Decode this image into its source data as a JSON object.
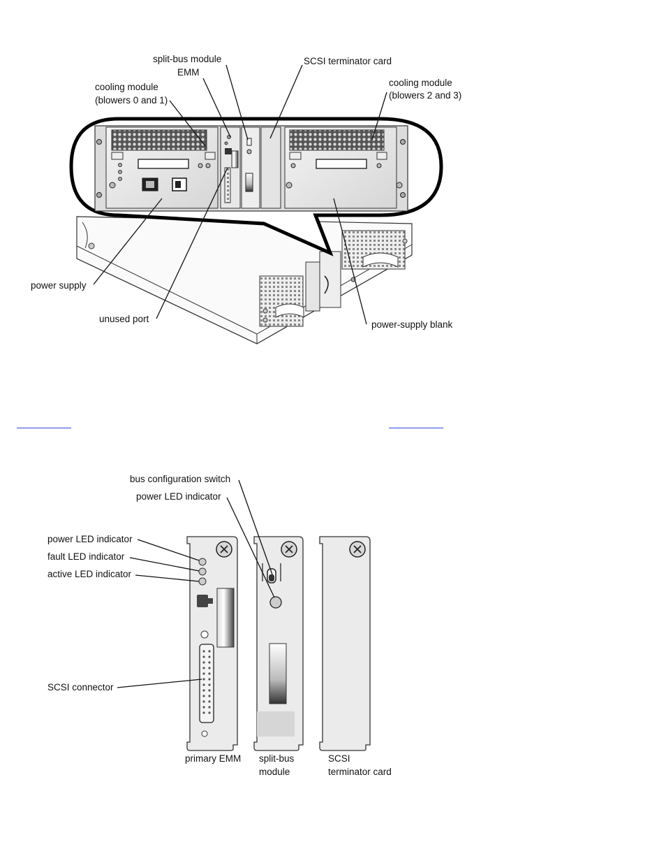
{
  "figure_top": {
    "labels": {
      "split_bus_module": "split-bus module",
      "emm": "EMM",
      "scsi_terminator_card": "SCSI terminator card",
      "cooling_module_left_1": "cooling module",
      "cooling_module_left_2": "(blowers 0 and 1)",
      "cooling_module_right_1": "cooling module",
      "cooling_module_right_2": "(blowers 2 and 3)",
      "power_supply": "power supply",
      "unused_port": "unused port",
      "power_supply_blank": "power-supply blank"
    }
  },
  "nav": {
    "prev_link": "",
    "next_link": ""
  },
  "figure_bottom": {
    "labels": {
      "bus_configuration_switch": "bus configuration switch",
      "power_led_indicator_split": "power LED indicator",
      "power_led_indicator": "power LED indicator",
      "fault_led_indicator": "fault LED indicator",
      "active_led_indicator": "active LED indicator",
      "scsi_connector": "SCSI connector",
      "primary_emm": "primary EMM",
      "split_bus_1": "split-bus",
      "split_bus_2": "module",
      "scsi_1": "SCSI",
      "scsi_2": "terminator card"
    }
  },
  "colors": {
    "link": "#2a45d8",
    "panel": "#e9e9e9",
    "line": "#111111"
  }
}
